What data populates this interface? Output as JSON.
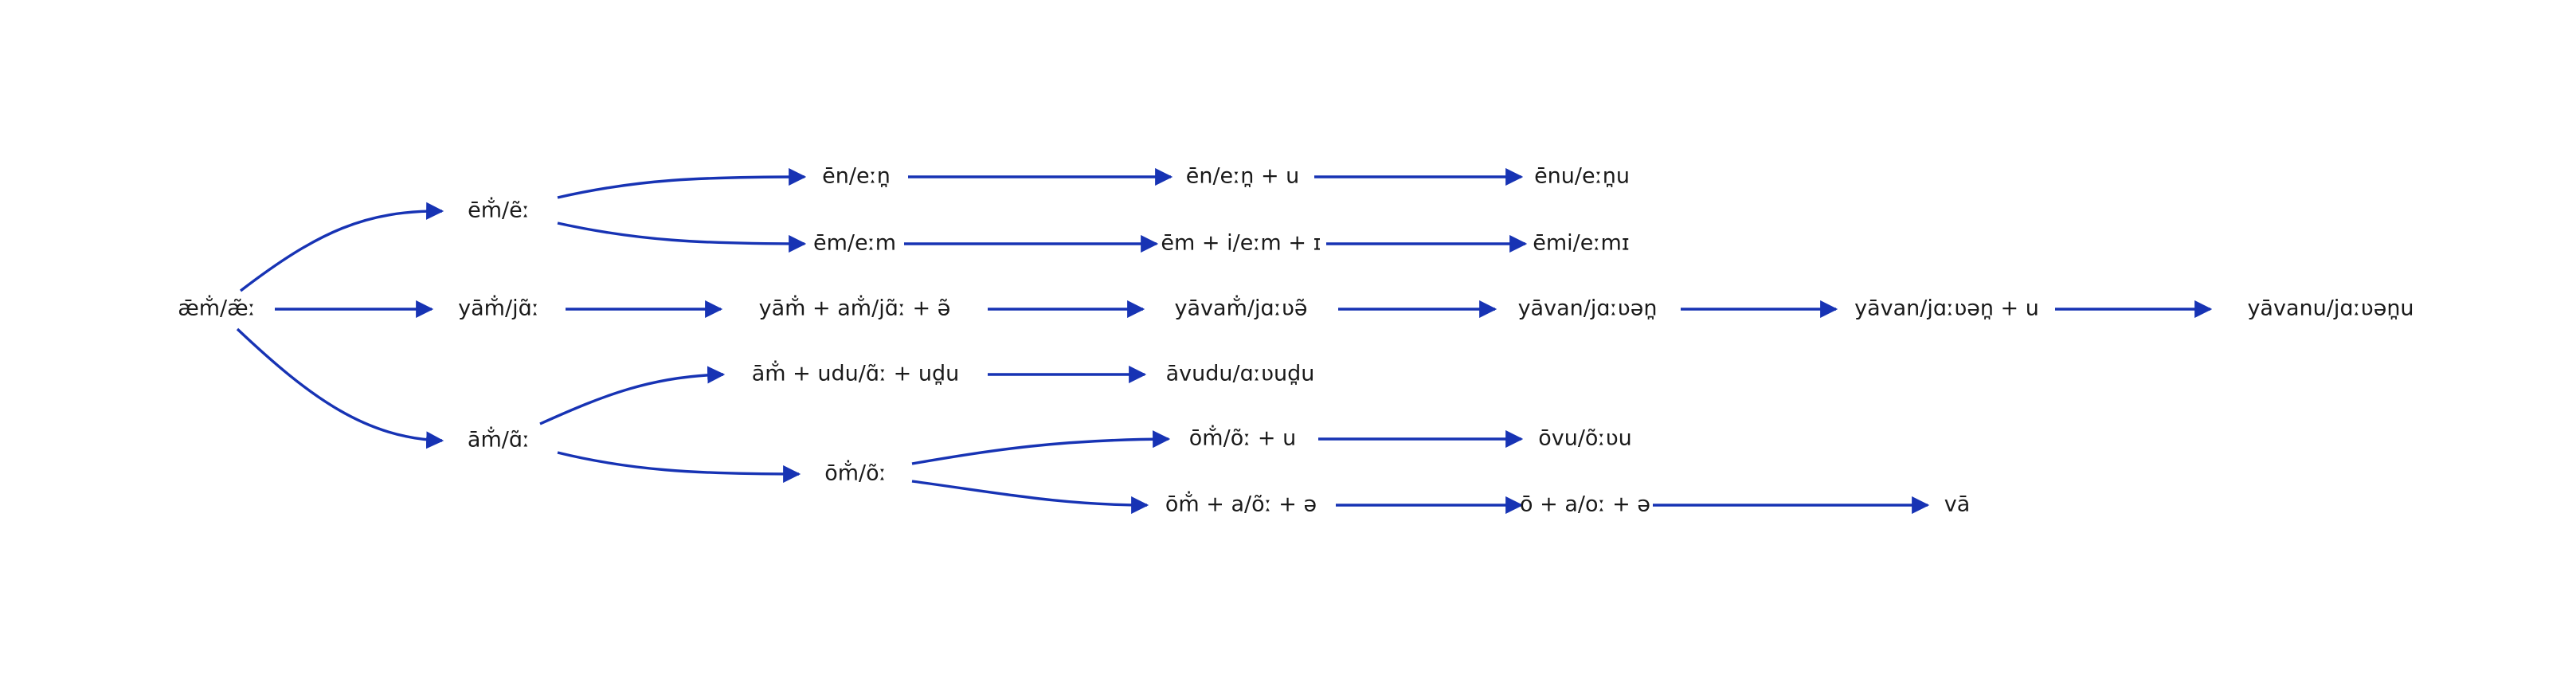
{
  "colors": {
    "edge": "#1733b4",
    "text": "#1a1a1a",
    "background": "#ffffff"
  },
  "nodes": {
    "root": "ǣm̐/æ̃ː",
    "em": "ēm̐/ẽː",
    "yam": "yām̐/jɑ̃ː",
    "am": "ām̐/ɑ̃ː",
    "en_dental": "ēn/eːn̪",
    "em_plain": "ēm/eːm",
    "yam_am": "yām̐ + am̐/jɑ̃ː + ə̃",
    "am_udu": "ām̐ + udu/ɑ̃ː + ud̪u",
    "om": "ōm̐/õː",
    "en_u": "ēn/eːn̪ + u",
    "em_i": "ēm + i/eːm + ɪ",
    "yavam": "yāvam̐/jɑːʋə̃",
    "avudu": "āvudu/ɑːʋud̪u",
    "om_u": "ōm̐/õː + u",
    "om_a": "ōm̐ + a/õː + ə",
    "enu": "ēnu/eːn̪u",
    "emi": "ēmi/eːmɪ",
    "yavan": "yāvan/jɑːʋən̪",
    "ovu": "ōvu/õːʋu",
    "o_a": "ō + a/oː + ə",
    "yavan_u": "yāvan/jɑːʋən̪ + u",
    "va": "vā",
    "yavanu": "yāvanu/jɑːʋən̪u"
  }
}
